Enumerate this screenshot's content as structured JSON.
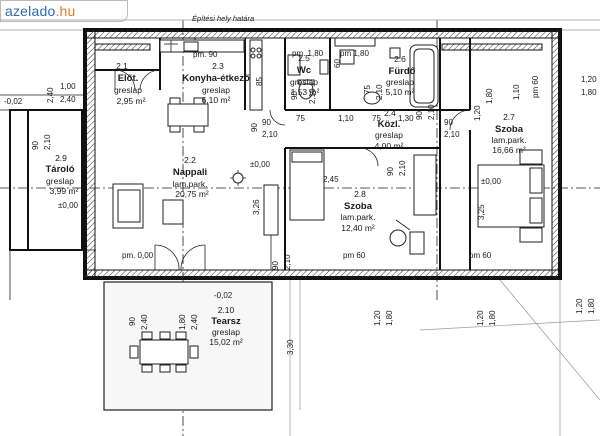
{
  "watermark": {
    "name": "azelado",
    "suffix": ".hu"
  },
  "site_boundary": "Építési hely határa",
  "rooms": [
    {
      "num": "2.1",
      "name": "Előt.",
      "floor": "greslap",
      "area": "2,95 m²"
    },
    {
      "num": "2.3",
      "name": "Konyha-étkező",
      "floor": "greslap",
      "area": "6,10 m²"
    },
    {
      "num": "2.5",
      "name": "Wc",
      "floor": "greslap",
      "area": "1,53 m²"
    },
    {
      "num": "2.6",
      "name": "Fürdő",
      "floor": "greslap",
      "area": "5,10 m²"
    },
    {
      "num": "2.7",
      "name": "Szoba",
      "floor": "lam.park.",
      "area": "16,66 m²"
    },
    {
      "num": "2.4",
      "name": "Közl.",
      "floor": "greslap",
      "area": "4,00 m²"
    },
    {
      "num": "2.2",
      "name": "Nappali",
      "floor": "lam.park.",
      "area": "20,75 m²"
    },
    {
      "num": "2.8",
      "name": "Szoba",
      "floor": "lam.park.",
      "area": "12,40 m²"
    },
    {
      "num": "2.9",
      "name": "Tároló",
      "floor": "greslap",
      "area": "3,99 m²"
    },
    {
      "num": "2.10",
      "name": "Tearsz",
      "floor": "greslap",
      "area": "15,02 m²"
    }
  ],
  "sill_labels": {
    "kitchen": "pm. 90",
    "wc": "pm. 1,80",
    "bath": "pm 1,80",
    "bed27_right": "pm 60",
    "living_bottom": "pm. 0,00",
    "bed28_bottom": "pm 60",
    "bed27_bottom": "pm 60"
  },
  "levels": {
    "left": "-0,02",
    "living": "±0,00",
    "storage": "±0,00",
    "bedroom": "±0,00",
    "terrace": "-0,02"
  },
  "dims": {
    "d100": "1,00",
    "d240": "2,40",
    "d240b": "2,40",
    "d120": "1,20",
    "d180": "1,80",
    "d75a": "75",
    "d110": "1,10",
    "d75b": "75",
    "d130": "1,30",
    "d90a": "90",
    "d210a": "2,10",
    "d90b": "90",
    "d210b": "2,10",
    "d90c": "90",
    "d210c": "2,10",
    "d90d": "90",
    "d210d": "2,10",
    "d90e": "90",
    "d210e": "2,10",
    "d75c": "75",
    "d210f": "2,10",
    "d245": "2,45",
    "d326": "3,26",
    "d325": "3,25",
    "d85": "85",
    "d60a": "60",
    "d110b": "1,10",
    "d90f": "90",
    "d240c": "2,40",
    "d180b": "1,80",
    "d240d": "2,40",
    "d330": "3,30",
    "d120b": "1,20",
    "d180c": "1,80",
    "d120c": "1,20",
    "d180d": "1,80",
    "d120d": "1,20",
    "d180e": "1,80",
    "d120e": "1,20",
    "d180f": "1,80",
    "d90g": "90",
    "d210g": "2,10",
    "d90h": "90",
    "d210h": "2,10",
    "d90i": "90",
    "d210i": "2,10"
  }
}
